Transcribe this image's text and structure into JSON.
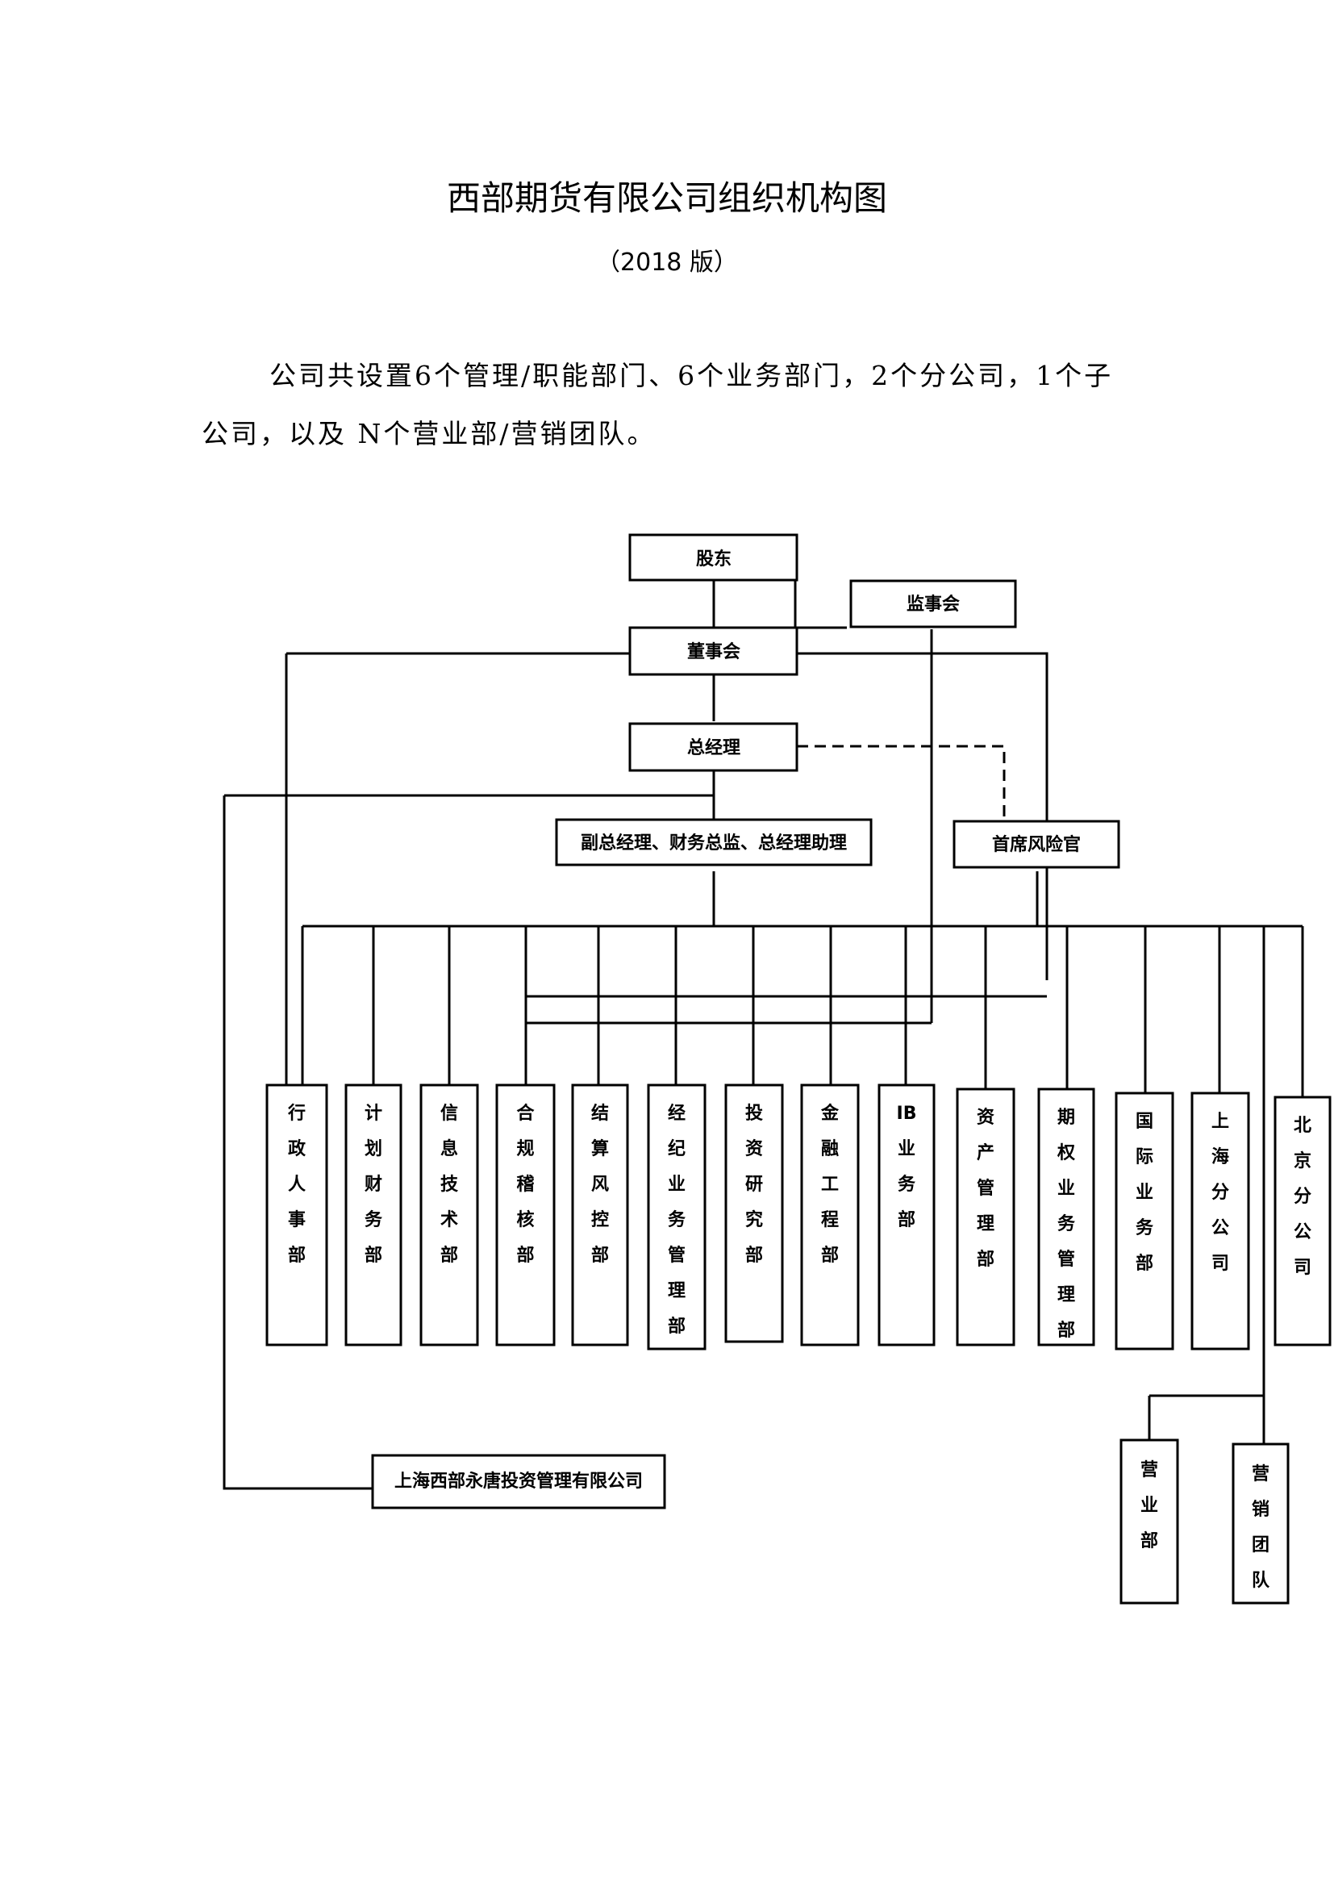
{
  "title": "西部期货有限公司组织机构图",
  "subtitle": "（2018 版）",
  "intro": "公司共设置6个管理/职能部门、6个业务部门，2个分公司，1个子公司，以及 N个营业部/营销团队。",
  "nodes": {
    "shareholders": "股东",
    "supervisory_board": "监事会",
    "board_of_directors": "董事会",
    "general_manager": "总经理",
    "deputy_gm": "副总经理、财务总监、总经理助理",
    "cro": "首席风险官",
    "subsidiary": "上海西部永唐投资管理有限公司",
    "departments": [
      "行政人事部",
      "计划财务部",
      "信息技术部",
      "合规稽核部",
      "结算风控部",
      "经纪业务管理部",
      "投资研究部",
      "金融工程部",
      "IB业务部",
      "资产管理部",
      "期权业务管理部",
      "国际业务部",
      "上海分公司",
      "北京分公司"
    ],
    "business_units": [
      "营业部",
      "营销团队"
    ]
  }
}
